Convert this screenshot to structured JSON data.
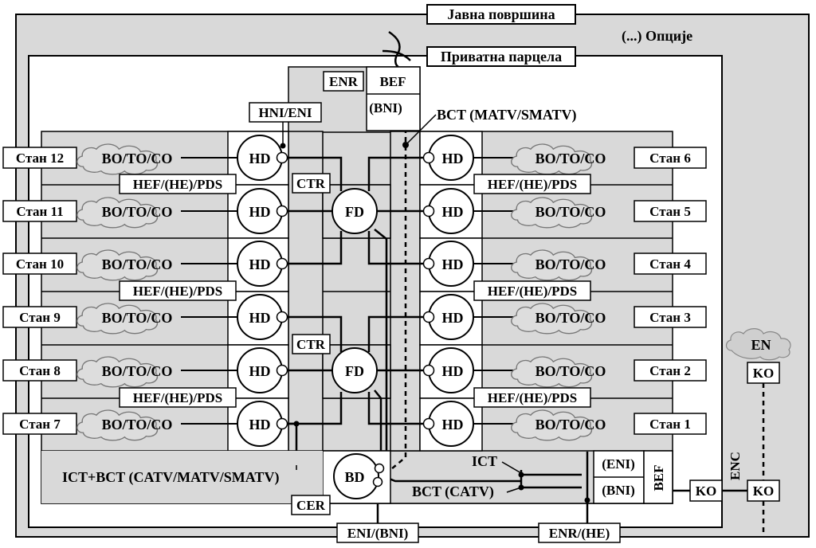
{
  "areas": {
    "public_label": "Јавна површина",
    "options_label": "(...) Опције",
    "private_label": "Приватна парцела"
  },
  "top": {
    "enr": "ENR",
    "bef": "BEF",
    "bni": "(BNI)",
    "hni_eni": "HNI/ENI",
    "bct_matv": "BCT (MATV/SMATV)"
  },
  "left_apartments": [
    {
      "label": "Стан 12",
      "cloud": "BO/TO/CO",
      "hd": "HD"
    },
    {
      "label": "Стан 11",
      "cloud": "BO/TO/CO",
      "hd": "HD"
    },
    {
      "label": "Стан 10",
      "cloud": "BO/TO/CO",
      "hd": "HD"
    },
    {
      "label": "Стан 9",
      "cloud": "BO/TO/CO",
      "hd": "HD"
    },
    {
      "label": "Стан 8",
      "cloud": "BO/TO/CO",
      "hd": "HD"
    },
    {
      "label": "Стан 7",
      "cloud": "BO/TO/CO",
      "hd": "HD"
    }
  ],
  "right_apartments": [
    {
      "label": "Стан 6",
      "cloud": "BO/TO/CO",
      "hd": "HD"
    },
    {
      "label": "Стан 5",
      "cloud": "BO/TO/CO",
      "hd": "HD"
    },
    {
      "label": "Стан 4",
      "cloud": "BO/TO/CO",
      "hd": "HD"
    },
    {
      "label": "Стан 3",
      "cloud": "BO/TO/CO",
      "hd": "HD"
    },
    {
      "label": "Стан 2",
      "cloud": "BO/TO/CO",
      "hd": "HD"
    },
    {
      "label": "Стан 1",
      "cloud": "BO/TO/CO",
      "hd": "HD"
    }
  ],
  "hef_label": "HEF/(HE)/PDS",
  "ctr_label": "CTR",
  "fd_label": "FD",
  "bottom": {
    "ict_bct": "ICT+BCT (CATV/MATV/SMATV)",
    "bd": "BD",
    "cer": "CER",
    "ict": "ICT",
    "bct_catv": "BCT (CATV)",
    "eni": "(ENI)",
    "bni": "(BNI)",
    "bef": "BEF",
    "ko": "KO",
    "eni_bni": "ENI/(BNI)",
    "enr_he": "ENR/(HE)",
    "enc": "ENC"
  },
  "en": {
    "cloud": "EN",
    "ko_top": "KO",
    "ko_bottom": "KO"
  }
}
